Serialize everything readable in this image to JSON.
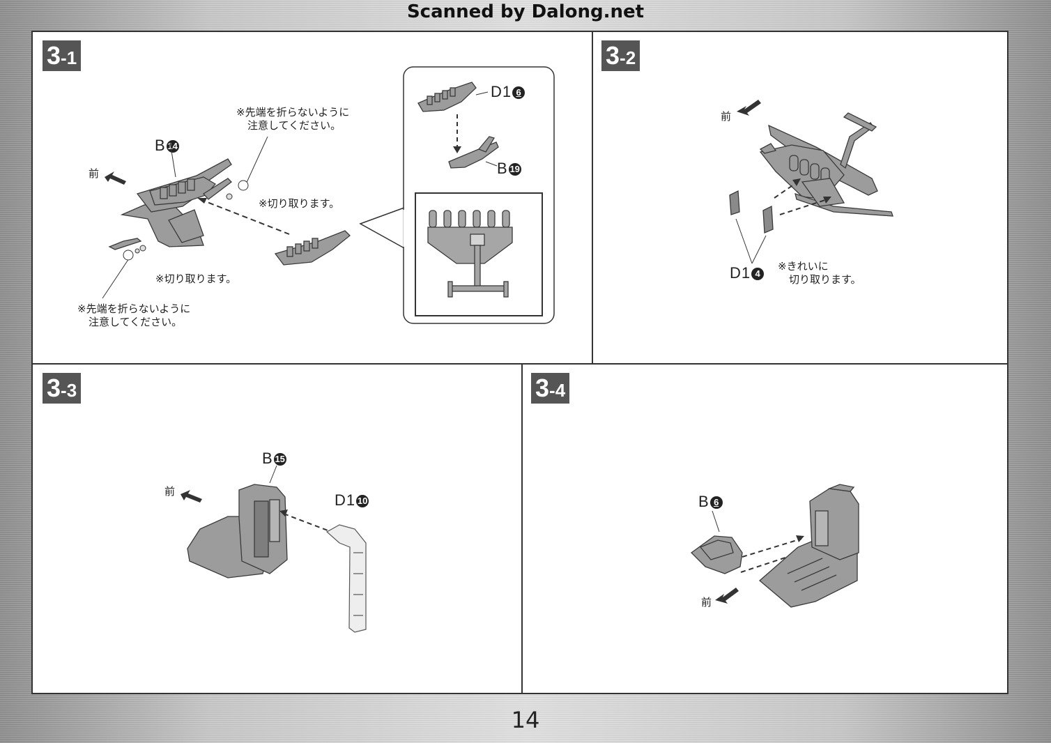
{
  "header": {
    "scan_credit": "Scanned by Dalong.net"
  },
  "page_number": "14",
  "steps": [
    {
      "main": "3",
      "sub": "-1",
      "parts": {
        "b14": {
          "letter": "B",
          "number": "14"
        },
        "d16": {
          "letter": "D1",
          "number": "6"
        },
        "b19": {
          "letter": "B",
          "number": "19"
        }
      },
      "front_label": "前",
      "caution_note_top": [
        "※先端を折らないように",
        "注意してください。"
      ],
      "cut_note_top": "※切り取ります。",
      "cut_note_bottom": "※切り取ります。",
      "caution_note_bottom": [
        "※先端を折らないように",
        "注意してください。"
      ]
    },
    {
      "main": "3",
      "sub": "-2",
      "parts": {
        "d14": {
          "letter": "D1",
          "number": "4"
        }
      },
      "front_label": "前",
      "clean_cut_note": [
        "※きれいに",
        "切り取ります。"
      ]
    },
    {
      "main": "3",
      "sub": "-3",
      "parts": {
        "b15": {
          "letter": "B",
          "number": "15"
        },
        "d110": {
          "letter": "D1",
          "number": "10"
        }
      },
      "front_label": "前"
    },
    {
      "main": "3",
      "sub": "-4",
      "parts": {
        "b6": {
          "letter": "B",
          "number": "6"
        }
      },
      "front_label": "前"
    }
  ],
  "colors": {
    "part_fill": "#9c9c9c",
    "part_stroke": "#3a3a3a",
    "clear_part": "#eeeeee",
    "badge": "#555555"
  }
}
